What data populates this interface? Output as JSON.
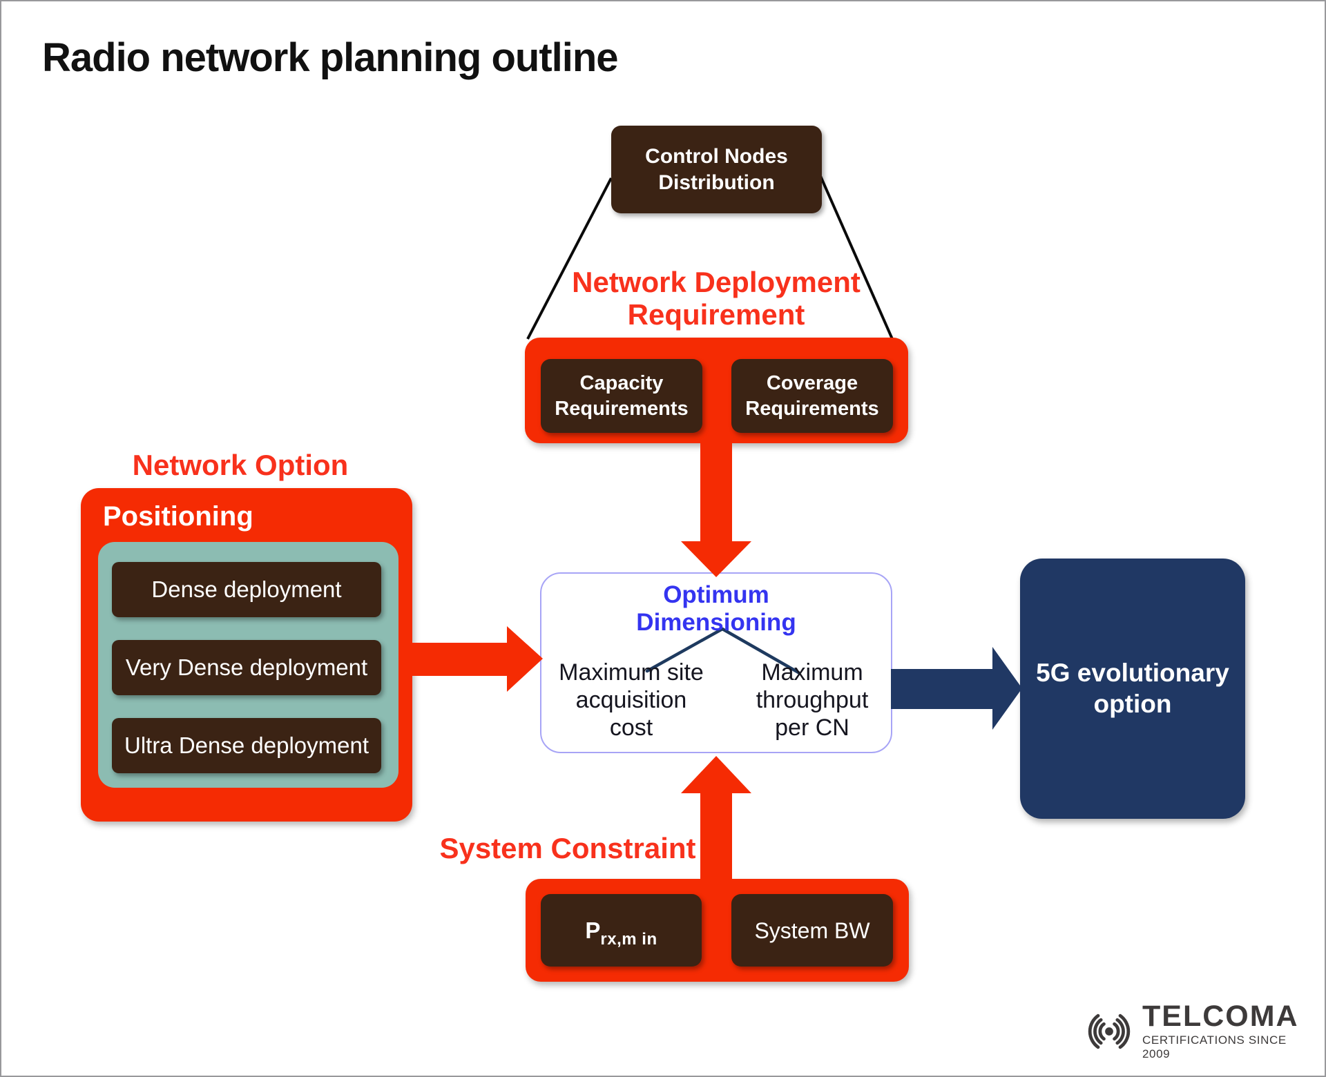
{
  "title": "Radio network planning outline",
  "control_nodes": {
    "label": "Control Nodes\nDistribution"
  },
  "network_deployment": {
    "heading": "Network Deployment\nRequirement",
    "capacity": "Capacity\nRequirements",
    "coverage": "Coverage\nRequirements"
  },
  "network_option": {
    "heading": "Network Option",
    "group_label": "Positioning",
    "options": [
      "Dense deployment",
      "Very Dense deployment",
      "Ultra Dense deployment"
    ]
  },
  "optimum": {
    "title": "Optimum\nDimensioning",
    "left": "Maximum site\nacquisition\ncost",
    "right": "Maximum\nthroughput\nper CN"
  },
  "evolution": {
    "label": "5G evolutionary\noption"
  },
  "system_constraint": {
    "heading": "System Constraint",
    "p_base": "P",
    "p_sub": "rx,m in",
    "bw": "System BW"
  },
  "logo": {
    "name": "TELCOMA",
    "tagline": "CERTIFICATIONS SINCE 2009"
  },
  "colors": {
    "red": "#F52B03",
    "red_text": "#F8311C",
    "brown": "#3B2314",
    "teal": "#8CBCB2",
    "navy": "#203864",
    "blue": "#3434F0",
    "vline": "#1E3A5F",
    "line_black": "#0A0A0A",
    "center_border": "#A7A4F6",
    "logo_gray": "#3D3A3A"
  }
}
